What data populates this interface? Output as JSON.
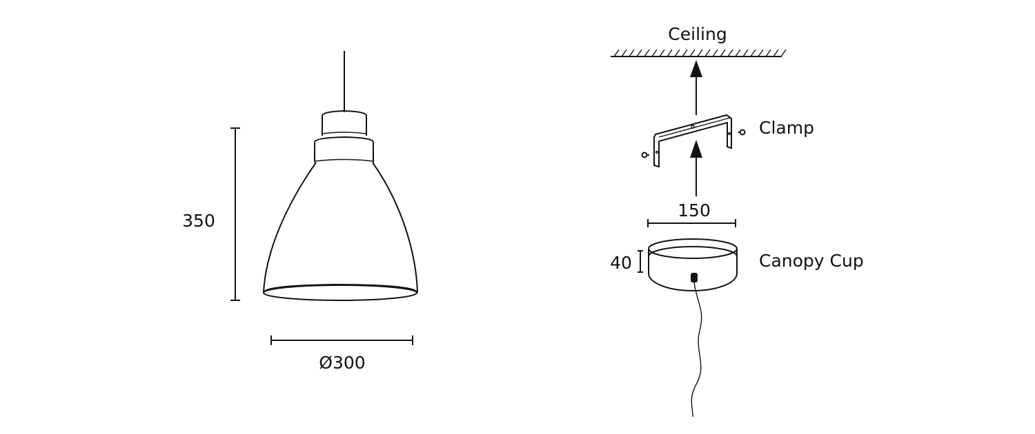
{
  "pendant": {
    "height_label": "350",
    "diameter_label": "Ø300"
  },
  "mounting": {
    "ceiling_label": "Ceiling",
    "clamp_label": "Clamp",
    "clamp_width_label": "150",
    "canopy_label": "Canopy Cup",
    "canopy_height_label": "40"
  },
  "colors": {
    "line": "#111111",
    "background": "#ffffff"
  }
}
